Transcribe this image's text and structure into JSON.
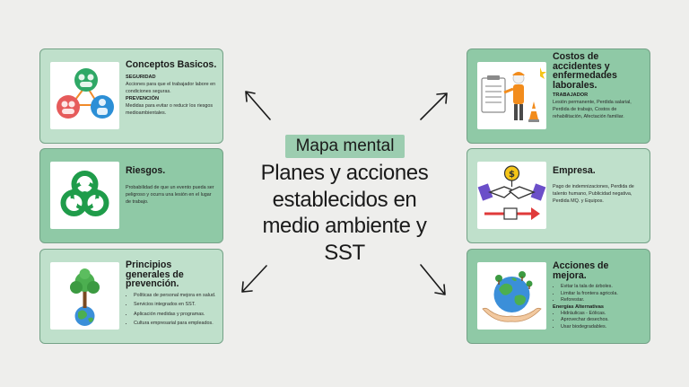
{
  "center": {
    "badge": "Mapa mental",
    "title": "Planes y acciones establecidos en medio ambiente y SST"
  },
  "cards": {
    "conceptos": {
      "title": "Conceptos Basicos.",
      "label1": "SEGURIDAD",
      "text1": "Acciones para que el trabajador labore en condiciones seguras.",
      "label2": "PREVENCIÓN",
      "text2": "Medidas para evitar o reducir los riesgos medioambientales."
    },
    "riesgos": {
      "title": "Riesgos.",
      "text": "Probabilidad de que un evento pueda ser peligroso y ocurra una lesión en el lugar de trabajo."
    },
    "principios": {
      "title": "Principios generales de prevención.",
      "items": [
        "Políticas de personal mejora en salud.",
        "Servicios integrados en SST.",
        "Aplicación medidas y programas.",
        "Cultura empresarial para empleados."
      ]
    },
    "costos": {
      "title": "Costos de accidentes y enfermedades laborales.",
      "label": "TRABAJADOR",
      "text": "Lesión permanente, Perdida salarial, Perdida de trabajo, Costos de rehabilitación, Afectación familiar."
    },
    "empresa": {
      "title": "Empresa.",
      "text": "Pago de indemnizaciones, Perdida de talento humano, Publicidad negativa, Perdida MQ. y Equipos."
    },
    "acciones": {
      "title": "Acciones de mejora.",
      "items1": [
        "Evitar la tala de árboles.",
        "Limitar la frontera agricola.",
        "Reforestar."
      ],
      "label": "Energías Alternativas",
      "items2": [
        "Hidráulicas - Eólicas.",
        "Aprovechar desechos.",
        "Usar biodegradables."
      ]
    }
  },
  "icons": {
    "conceptos": "people-network-icon",
    "riesgos": "biohazard-icon",
    "principios": "tree-globe-icon",
    "costos": "worker-checklist-icon",
    "empresa": "handshake-money-icon",
    "acciones": "hands-globe-icon"
  },
  "colors": {
    "background": "#eeeeec",
    "card_light": "#bfe0cb",
    "card_dark": "#8fc9a6",
    "badge": "#9ccdb0",
    "biohazard": "#1f9c4a"
  }
}
